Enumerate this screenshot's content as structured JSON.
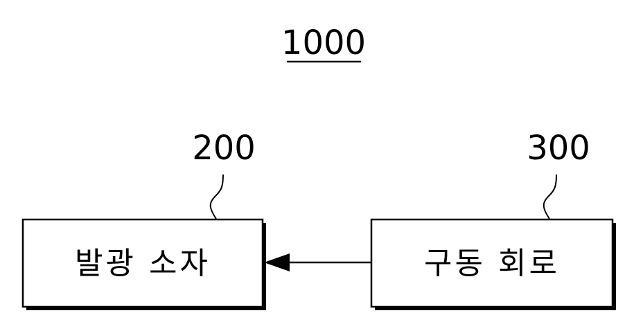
{
  "figure_label": "1000",
  "left_block": {
    "ref": "200",
    "label": "발광 소자"
  },
  "right_block": {
    "ref": "300",
    "label": "구동 회로"
  },
  "arrow": {
    "from": "right_block",
    "to": "left_block"
  },
  "colors": {
    "line": "#000000",
    "background": "#ffffff"
  }
}
